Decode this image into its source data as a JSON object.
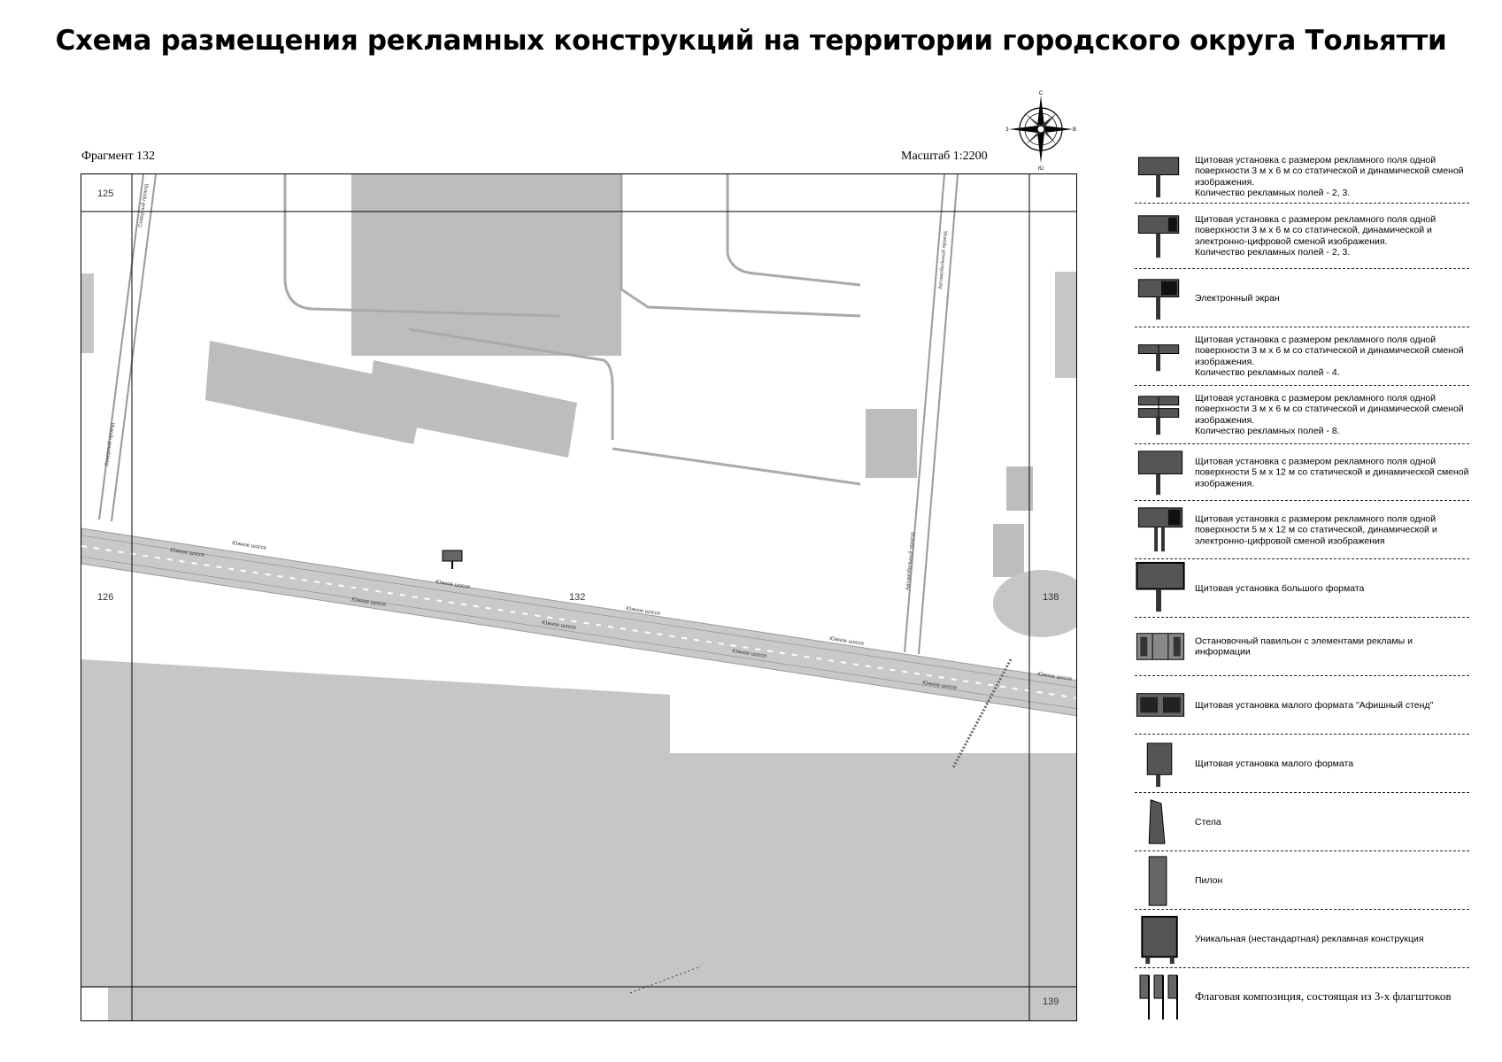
{
  "title": "Схема размещения рекламных конструкций на территории городского округа Тольятти",
  "fragment_label": "Фрагмент 132",
  "scale_label": "Масштаб 1:2200",
  "compass": {
    "north": "С",
    "south": "Ю",
    "west": "З",
    "east": "В"
  },
  "map": {
    "neighbors": {
      "top_left": "125",
      "left": "126",
      "center": "132",
      "right": "138",
      "bottom_right": "139"
    },
    "street_labels": {
      "road": "Южное шоссе",
      "west_passage": "Северный проезд",
      "east_passage": "Автомобильный проезд"
    }
  },
  "legend": [
    {
      "icon": "billboard-3x6-icon",
      "text": "Щитовая установка с размером рекламного поля одной поверхности 3 м х 6 м со статической и динамической сменой изображения.\nКоличество рекламных полей - 2, 3."
    },
    {
      "icon": "billboard-3x6-digital-icon",
      "text": "Щитовая установка с размером рекламного поля одной поверхности 3 м х 6 м со статической, динамической и электронно-цифровой сменой изображения.\nКоличество рекламных полей - 2, 3."
    },
    {
      "icon": "electronic-screen-icon",
      "text": "Электронный экран"
    },
    {
      "icon": "billboard-4-fields-icon",
      "text": "Щитовая установка с размером рекламного поля одной поверхности 3 м х 6 м со статической и динамической сменой изображения.\nКоличество рекламных полей - 4."
    },
    {
      "icon": "billboard-8-fields-icon",
      "text": "Щитовая установка с размером рекламного поля одной поверхности 3 м х 6 м со статической и динамической сменой изображения.\nКоличество рекламных полей - 8."
    },
    {
      "icon": "billboard-5x12-icon",
      "text": "Щитовая установка с размером рекламного поля одной поверхности 5 м х 12 м со статической и динамической сменой изображения."
    },
    {
      "icon": "billboard-5x12-digital-icon",
      "text": "Щитовая установка с размером рекламного поля одной поверхности 5 м х 12 м со статической, динамической и электронно-цифровой сменой изображения"
    },
    {
      "icon": "large-format-billboard-icon",
      "text": "Щитовая установка большого формата"
    },
    {
      "icon": "bus-stop-pavilion-icon",
      "text": "Остановочный павильон с элементами рекламы и информации"
    },
    {
      "icon": "poster-stand-icon",
      "text": "Щитовая установка малого формата \"Афишный стенд\""
    },
    {
      "icon": "small-format-sign-icon",
      "text": "Щитовая установка малого формата"
    },
    {
      "icon": "stele-icon",
      "text": "Стела"
    },
    {
      "icon": "pylon-icon",
      "text": "Пилон"
    },
    {
      "icon": "unique-structure-icon",
      "text": "Уникальная (нестандартная) рекламная конструкция"
    },
    {
      "icon": "flag-composition-icon",
      "text": "Флаговая композиция, состоящая из 3-х флагштоков"
    }
  ]
}
